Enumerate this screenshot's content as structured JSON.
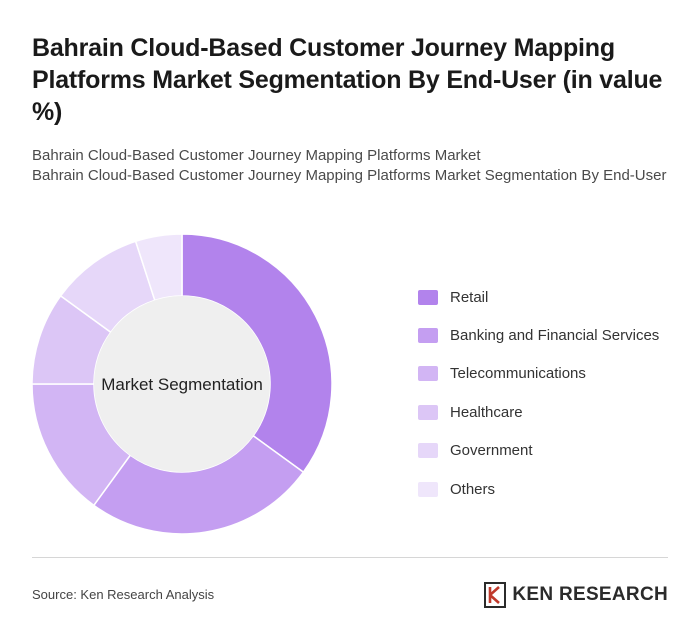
{
  "title": "Bahrain Cloud-Based Customer Journey Mapping Platforms Market Segmentation By End-User (in value %)",
  "subtitle_lines": [
    "Bahrain Cloud-Based Customer Journey Mapping Platforms Market",
    "Bahrain Cloud-Based Customer Journey Mapping Platforms Market Segmentation By End-User"
  ],
  "chart_data": {
    "type": "pie",
    "variant": "donut",
    "center_label": "Market Segmentation",
    "categories": [
      "Retail",
      "Banking and Financial Services",
      "Telecommunications",
      "Healthcare",
      "Government",
      "Others"
    ],
    "values": [
      35,
      25,
      15,
      10,
      10,
      5
    ],
    "colors": [
      "#b283ec",
      "#c49ef1",
      "#d2b5f4",
      "#dcc6f6",
      "#e6d7f9",
      "#efe6fb"
    ],
    "legend_position": "right"
  },
  "footer": {
    "source": "Source: Ken Research Analysis",
    "brand": "KEN RESEARCH"
  }
}
